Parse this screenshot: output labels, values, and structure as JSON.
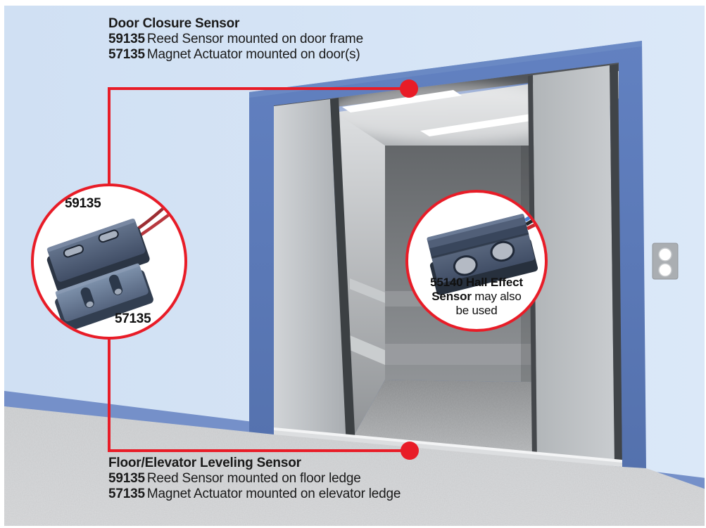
{
  "captions": {
    "door": {
      "title": "Door Closure Sensor",
      "lines": [
        {
          "num": "59135",
          "text": "Reed Sensor mounted on door frame"
        },
        {
          "num": "57135",
          "text": "Magnet Actuator mounted on door(s)"
        }
      ]
    },
    "floor": {
      "title": "Floor/Elevator Leveling Sensor",
      "lines": [
        {
          "num": "59135",
          "text": "Reed Sensor mounted on floor ledge"
        },
        {
          "num": "57135",
          "text": "Magnet Actuator mounted on elevator ledge"
        }
      ]
    }
  },
  "callouts": {
    "reed_magnet": {
      "top_label": "59135",
      "bottom_label": "57135"
    },
    "hall": {
      "line1": "55140 Hall Effect",
      "line2_bold": "Sensor",
      "line2_rest": " may also",
      "line3": "be used"
    }
  },
  "colors": {
    "accent_red": "#e81c27",
    "frame_blue": "#5b79b8",
    "baseboard_blue": "#7590c9",
    "wall_light_blue": "#d4e3f5",
    "door_gray": "#b8bcbf",
    "text": "#1a1a1a"
  }
}
